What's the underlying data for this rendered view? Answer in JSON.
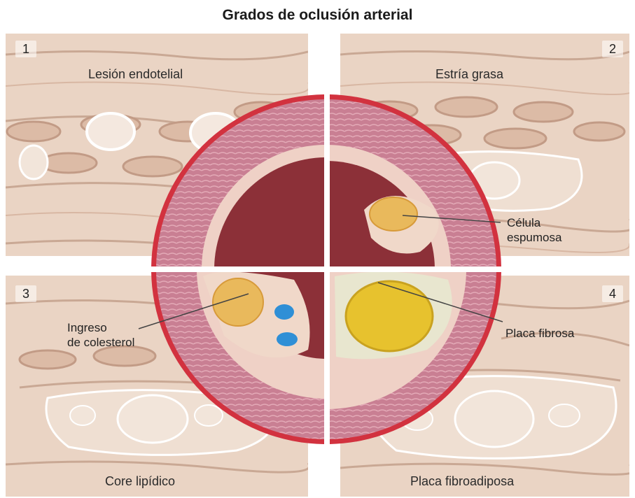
{
  "title": "Grados de oclusión arterial",
  "panels": [
    {
      "number": "1",
      "label": "Lesión endotelial"
    },
    {
      "number": "2",
      "label": "Estría grasa"
    },
    {
      "number": "3",
      "label": "Core lipídico"
    },
    {
      "number": "4",
      "label": "Placa fibroadiposa"
    }
  ],
  "callouts": {
    "foam_cell_line1": "Célula",
    "foam_cell_line2": "espumosa",
    "cholesterol_line1": "Ingreso",
    "cholesterol_line2": "de colesterol",
    "fibrous_plaque": "Placa fibrosa"
  },
  "colors": {
    "tissue": "#ead4c4",
    "vessel_wall": "#c97f93",
    "outer_wall": "#d2323f",
    "lumen": "#8c3038",
    "lipid": "#e9b95c",
    "fibrous_cap": "#e7c22e",
    "cholesterol": "#2f8fd6"
  }
}
